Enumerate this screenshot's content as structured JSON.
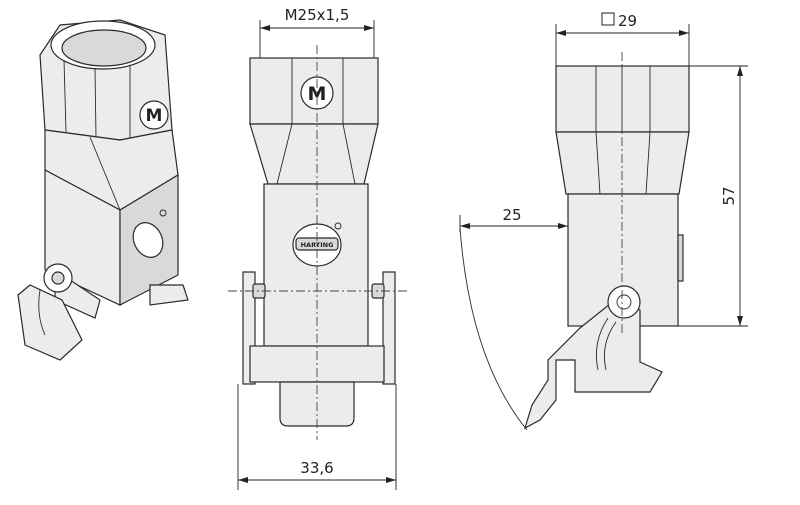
{
  "dimensions": {
    "thread": "M25x1,5",
    "square": "29",
    "offset": "25",
    "height": "57",
    "width": "33,6"
  },
  "brand": {
    "logo_letter": "M",
    "badge_text": "HARTING"
  }
}
